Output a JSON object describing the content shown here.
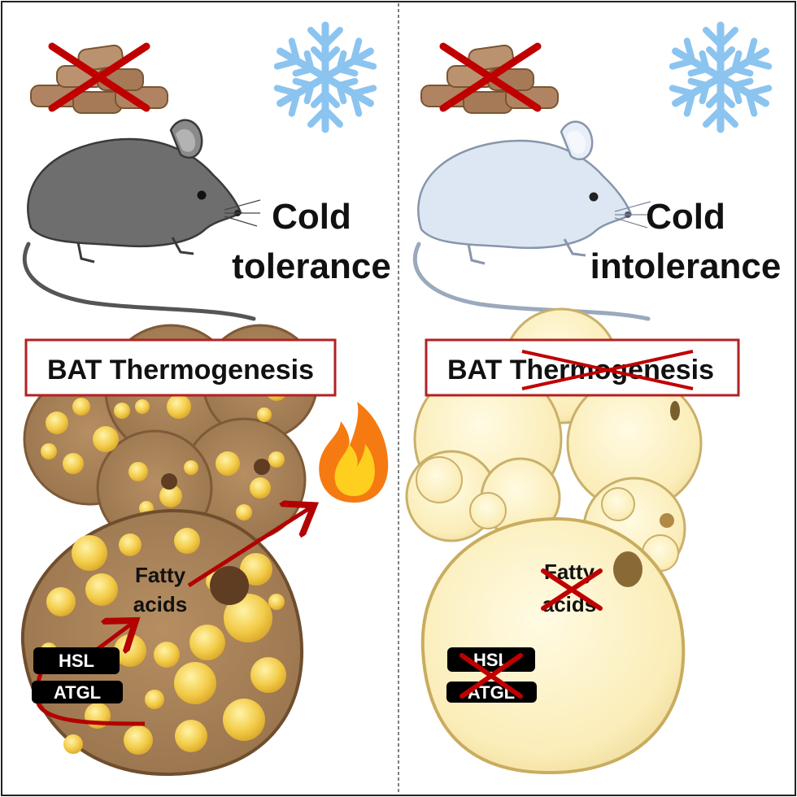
{
  "left": {
    "condition_line1": "Cold",
    "condition_line2": "tolerance",
    "box_label": "BAT Thermogenesis",
    "fatty_line1": "Fatty",
    "fatty_line2": "acids",
    "enzyme1": "HSL",
    "enzyme2": "ATGL"
  },
  "right": {
    "condition_line1": "Cold",
    "condition_line2": "intolerance",
    "box_label": "BAT Thermogenesis",
    "fatty_line1": "Fatty",
    "fatty_line2": "acids",
    "enzyme1": "HSL",
    "enzyme2": "ATGL"
  },
  "icons": [
    "food-pellets-icon",
    "snowflake-icon",
    "mouse-icon",
    "fire-icon",
    "cross-icon"
  ],
  "colors": {
    "cross_red": "#c00000",
    "arrow_red": "#b30000",
    "snow_blue": "#8cc4f0",
    "brown_fat": "#a87f55",
    "fat_droplet": "#f2c640",
    "white_fat": "#fbeebf",
    "mouse_gray": "#6b6b6b",
    "mouse_pale": "#dce6f2"
  }
}
